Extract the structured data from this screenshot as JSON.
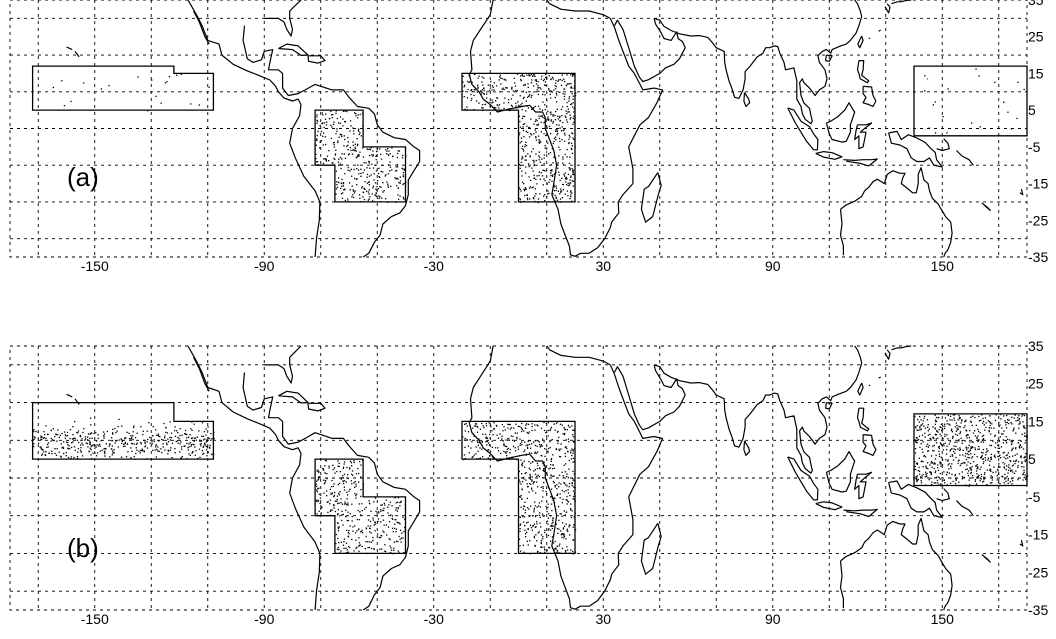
{
  "figure": {
    "colors": {
      "ink": "#000000",
      "background": "#ffffff"
    },
    "longitude_ticks": [
      "-150",
      "-90",
      "-30",
      "30",
      "90",
      "150"
    ],
    "latitude_ticks": [
      "35",
      "25",
      "15",
      "5",
      "-5",
      "-15",
      "-25",
      "-35"
    ],
    "extent": {
      "lon": [
        -180,
        180
      ],
      "lat": [
        -35,
        35
      ]
    },
    "grid": "dashed, every 20 degrees longitude and 10 degrees latitude",
    "panels": [
      {
        "label": "(a)",
        "regions": [
          {
            "id": "central-pacific",
            "polygon": [
              [
                -172,
                17
              ],
              [
                -122,
                17
              ],
              [
                -122,
                15
              ],
              [
                -108,
                15
              ],
              [
                -108,
                5
              ],
              [
                -172,
                5
              ]
            ],
            "density": "sparse"
          },
          {
            "id": "south-america",
            "polygon": [
              [
                -72,
                5
              ],
              [
                -55,
                5
              ],
              [
                -55,
                -5
              ],
              [
                -40,
                -5
              ],
              [
                -40,
                -20
              ],
              [
                -65,
                -20
              ],
              [
                -65,
                -10
              ],
              [
                -72,
                -10
              ]
            ],
            "density": "dense"
          },
          {
            "id": "africa",
            "polygon": [
              [
                -20,
                15
              ],
              [
                20,
                15
              ],
              [
                20,
                -20
              ],
              [
                0,
                -20
              ],
              [
                0,
                5
              ],
              [
                -20,
                5
              ]
            ],
            "density": "dense"
          },
          {
            "id": "west-pacific",
            "polygon": [
              [
                140,
                17
              ],
              [
                180,
                17
              ],
              [
                180,
                -2
              ],
              [
                140,
                -2
              ]
            ],
            "density": "sparse"
          }
        ]
      },
      {
        "label": "(b)",
        "regions": [
          {
            "id": "central-pacific",
            "polygon": [
              [
                -172,
                20
              ],
              [
                -122,
                20
              ],
              [
                -122,
                15
              ],
              [
                -108,
                15
              ],
              [
                -108,
                5
              ],
              [
                -172,
                5
              ]
            ],
            "density": "dense"
          },
          {
            "id": "south-america",
            "polygon": [
              [
                -72,
                5
              ],
              [
                -55,
                5
              ],
              [
                -55,
                -5
              ],
              [
                -40,
                -5
              ],
              [
                -40,
                -20
              ],
              [
                -65,
                -20
              ],
              [
                -65,
                -10
              ],
              [
                -72,
                -10
              ]
            ],
            "density": "dense"
          },
          {
            "id": "africa",
            "polygon": [
              [
                -20,
                15
              ],
              [
                20,
                15
              ],
              [
                20,
                -20
              ],
              [
                0,
                -20
              ],
              [
                0,
                5
              ],
              [
                -20,
                5
              ]
            ],
            "density": "dense"
          },
          {
            "id": "west-pacific",
            "polygon": [
              [
                140,
                17
              ],
              [
                180,
                17
              ],
              [
                180,
                -2
              ],
              [
                140,
                -2
              ]
            ],
            "density": "very-dense"
          }
        ]
      }
    ]
  }
}
